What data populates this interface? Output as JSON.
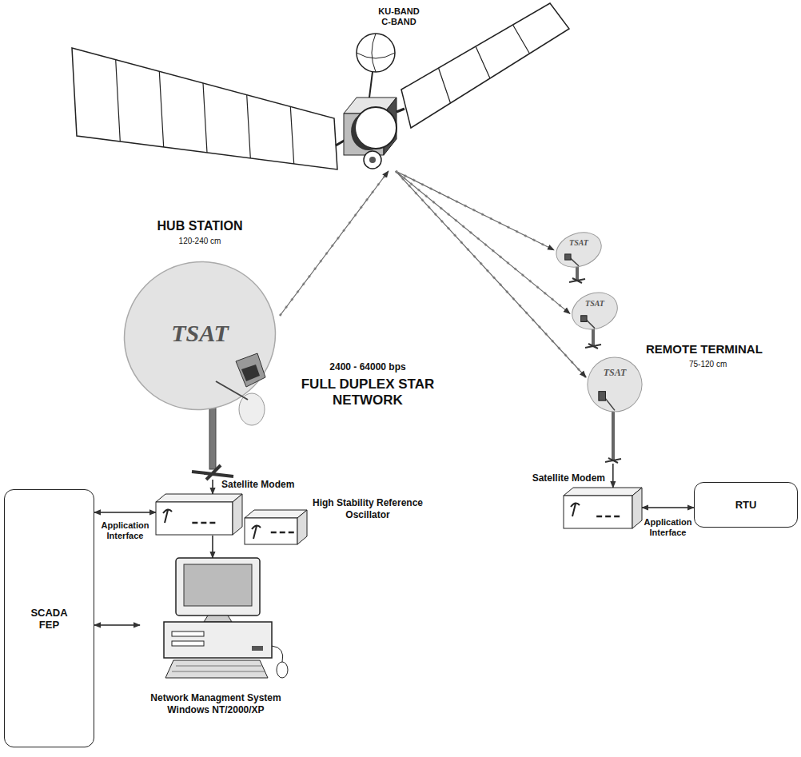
{
  "diagram": {
    "nodes": [
      {
        "text": [
          "KU-BAND C-BAND"
        ]
      },
      {
        "text": [
          "HUB STATION",
          "120-240 cm",
          "TSAT"
        ]
      },
      {
        "text": [
          "TSAT"
        ]
      },
      {
        "text": [
          "TSAT"
        ]
      },
      {
        "text": [
          "TSAT"
        ]
      },
      {
        "text": [
          "Satellite Modem"
        ]
      },
      {
        "text": [
          "High Stability Reference Oscillator"
        ]
      },
      {
        "text": [
          "SCADA FEP"
        ]
      },
      {
        "text": [
          "Network Managment System Windows NT/2000/XP"
        ]
      },
      {
        "text": [
          "Satellite Modem"
        ]
      },
      {
        "text": [
          "RTU"
        ]
      }
    ],
    "edges": [
      {
        "from": 1,
        "to": 0,
        "arrow": "to"
      },
      {
        "from": 0,
        "to": 2,
        "arrow": "to"
      },
      {
        "from": 0,
        "to": 3,
        "arrow": "to"
      },
      {
        "from": 0,
        "to": 4,
        "arrow": "to"
      },
      {
        "from": 1,
        "to": 5,
        "arrow": "to"
      },
      {
        "from": 5,
        "to": 7,
        "arrow": "both",
        "label": "Application Interface"
      },
      {
        "from": 5,
        "to": 8,
        "arrow": "to"
      },
      {
        "from": 7,
        "to": 8,
        "arrow": "both"
      },
      {
        "from": 4,
        "to": 9,
        "arrow": "to"
      },
      {
        "from": 9,
        "to": 10,
        "arrow": "both",
        "label": "Application Interface"
      }
    ],
    "labels": [
      "2400 - 64000 bps",
      "FULL DUPLEX STAR NETWORK",
      "REMOTE TERMINAL",
      "75-120 cm"
    ]
  }
}
